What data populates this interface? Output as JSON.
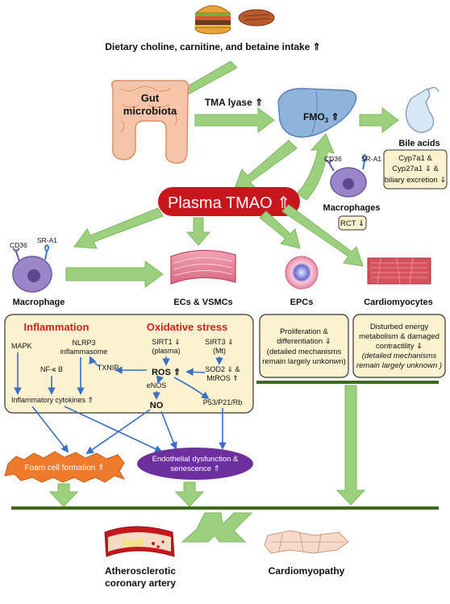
{
  "diet": {
    "intake": "Dietary choline, carnitine, and betaine intake ⇑"
  },
  "gut": {
    "line1": "Gut",
    "line2": "microbiota"
  },
  "tma_lyase": "TMA lyase ⇑",
  "liver": {
    "fmo": "FMO",
    "fmo_sub": "3",
    "fmo_arrow": " ⇑"
  },
  "bile": {
    "title": "Bile acids",
    "line1": "Cyp7a1 &",
    "line2": "Cyp27a1 ⇓ &",
    "line3": "biliary excretion ⇓"
  },
  "macrophages_top": {
    "cd36": "CD36",
    "sra1": "SR-A1",
    "label": "Macrophages",
    "rct": "RCT ⇓"
  },
  "plasma": "Plasma TMAO ⇑",
  "targets": {
    "macrophage": "Macrophage",
    "cd36": "CD36",
    "sra1": "SR-A1",
    "ecs": "ECs & VSMCs",
    "epcs": "EPCs",
    "cardio": "Cardiomyocytes"
  },
  "inflammation": {
    "title": "Inflammation",
    "mapk": "MAPK",
    "nlrp3_1": "NLRP3",
    "nlrp3_2": "inflammasome",
    "nfkb": "NF-κ B",
    "txnip": "TXNIP",
    "cytokines": "Inflammatory cytokines ⇑"
  },
  "oxidative": {
    "title": "Oxidative stress",
    "sirt1_1": "SIRT1 ⇓",
    "sirt1_2": "(plasma)",
    "sirt3_1": "SIRT3 ⇓",
    "sirt3_2": "(Mt)",
    "ros": "ROS ⇑",
    "enos": "eNOS",
    "no": "NO",
    "sod2_1": "SOD2 ⇓ &",
    "sod2_2": "MtROS ⇑",
    "p53": "P53/P21/Rb"
  },
  "epc_box": {
    "line1": "Proliferation &",
    "line2": "differentiation ⇓",
    "line3": "(detailed mechanisms",
    "line4": "remain largely unkonwn)"
  },
  "cardio_box": {
    "line1": "Disturbed energy",
    "line2": "metabolism & damaged",
    "line3": "contractility ⇓",
    "line4": "(detailed mechanisms",
    "line5": "remain largely unknown )"
  },
  "foam": "Foam cell formation ⇑",
  "endo": {
    "line1": "Endothelial dysfunction &",
    "line2": "senescence ⇑"
  },
  "outcomes": {
    "athero1": "Atherosclerotic",
    "athero2": "coronary artery",
    "cardiomyopathy": "Cardiomyopathy"
  },
  "colors": {
    "arrow_green": "#9ccf7e",
    "arrow_green_edge": "#7fb862",
    "blue_arrow": "#3a6fc4",
    "plasma_red": "#c8161d",
    "box_fill": "#fdf2d0",
    "bar_green": "#3f6b1f",
    "foam_orange": "#ee7a2b",
    "endo_purple": "#6d2f9e",
    "liver_blue": "#8fb4dc",
    "inflammation_red": "#d21f1f"
  },
  "icons": [
    "burger-icon",
    "steak-icon",
    "intestine-icon",
    "liver-icon",
    "gallbladder-icon",
    "macrophage-icon",
    "vessel-icon",
    "epc-icon",
    "cardiomyocyte-icon",
    "artery-icon",
    "cardiomyopathy-icon"
  ]
}
